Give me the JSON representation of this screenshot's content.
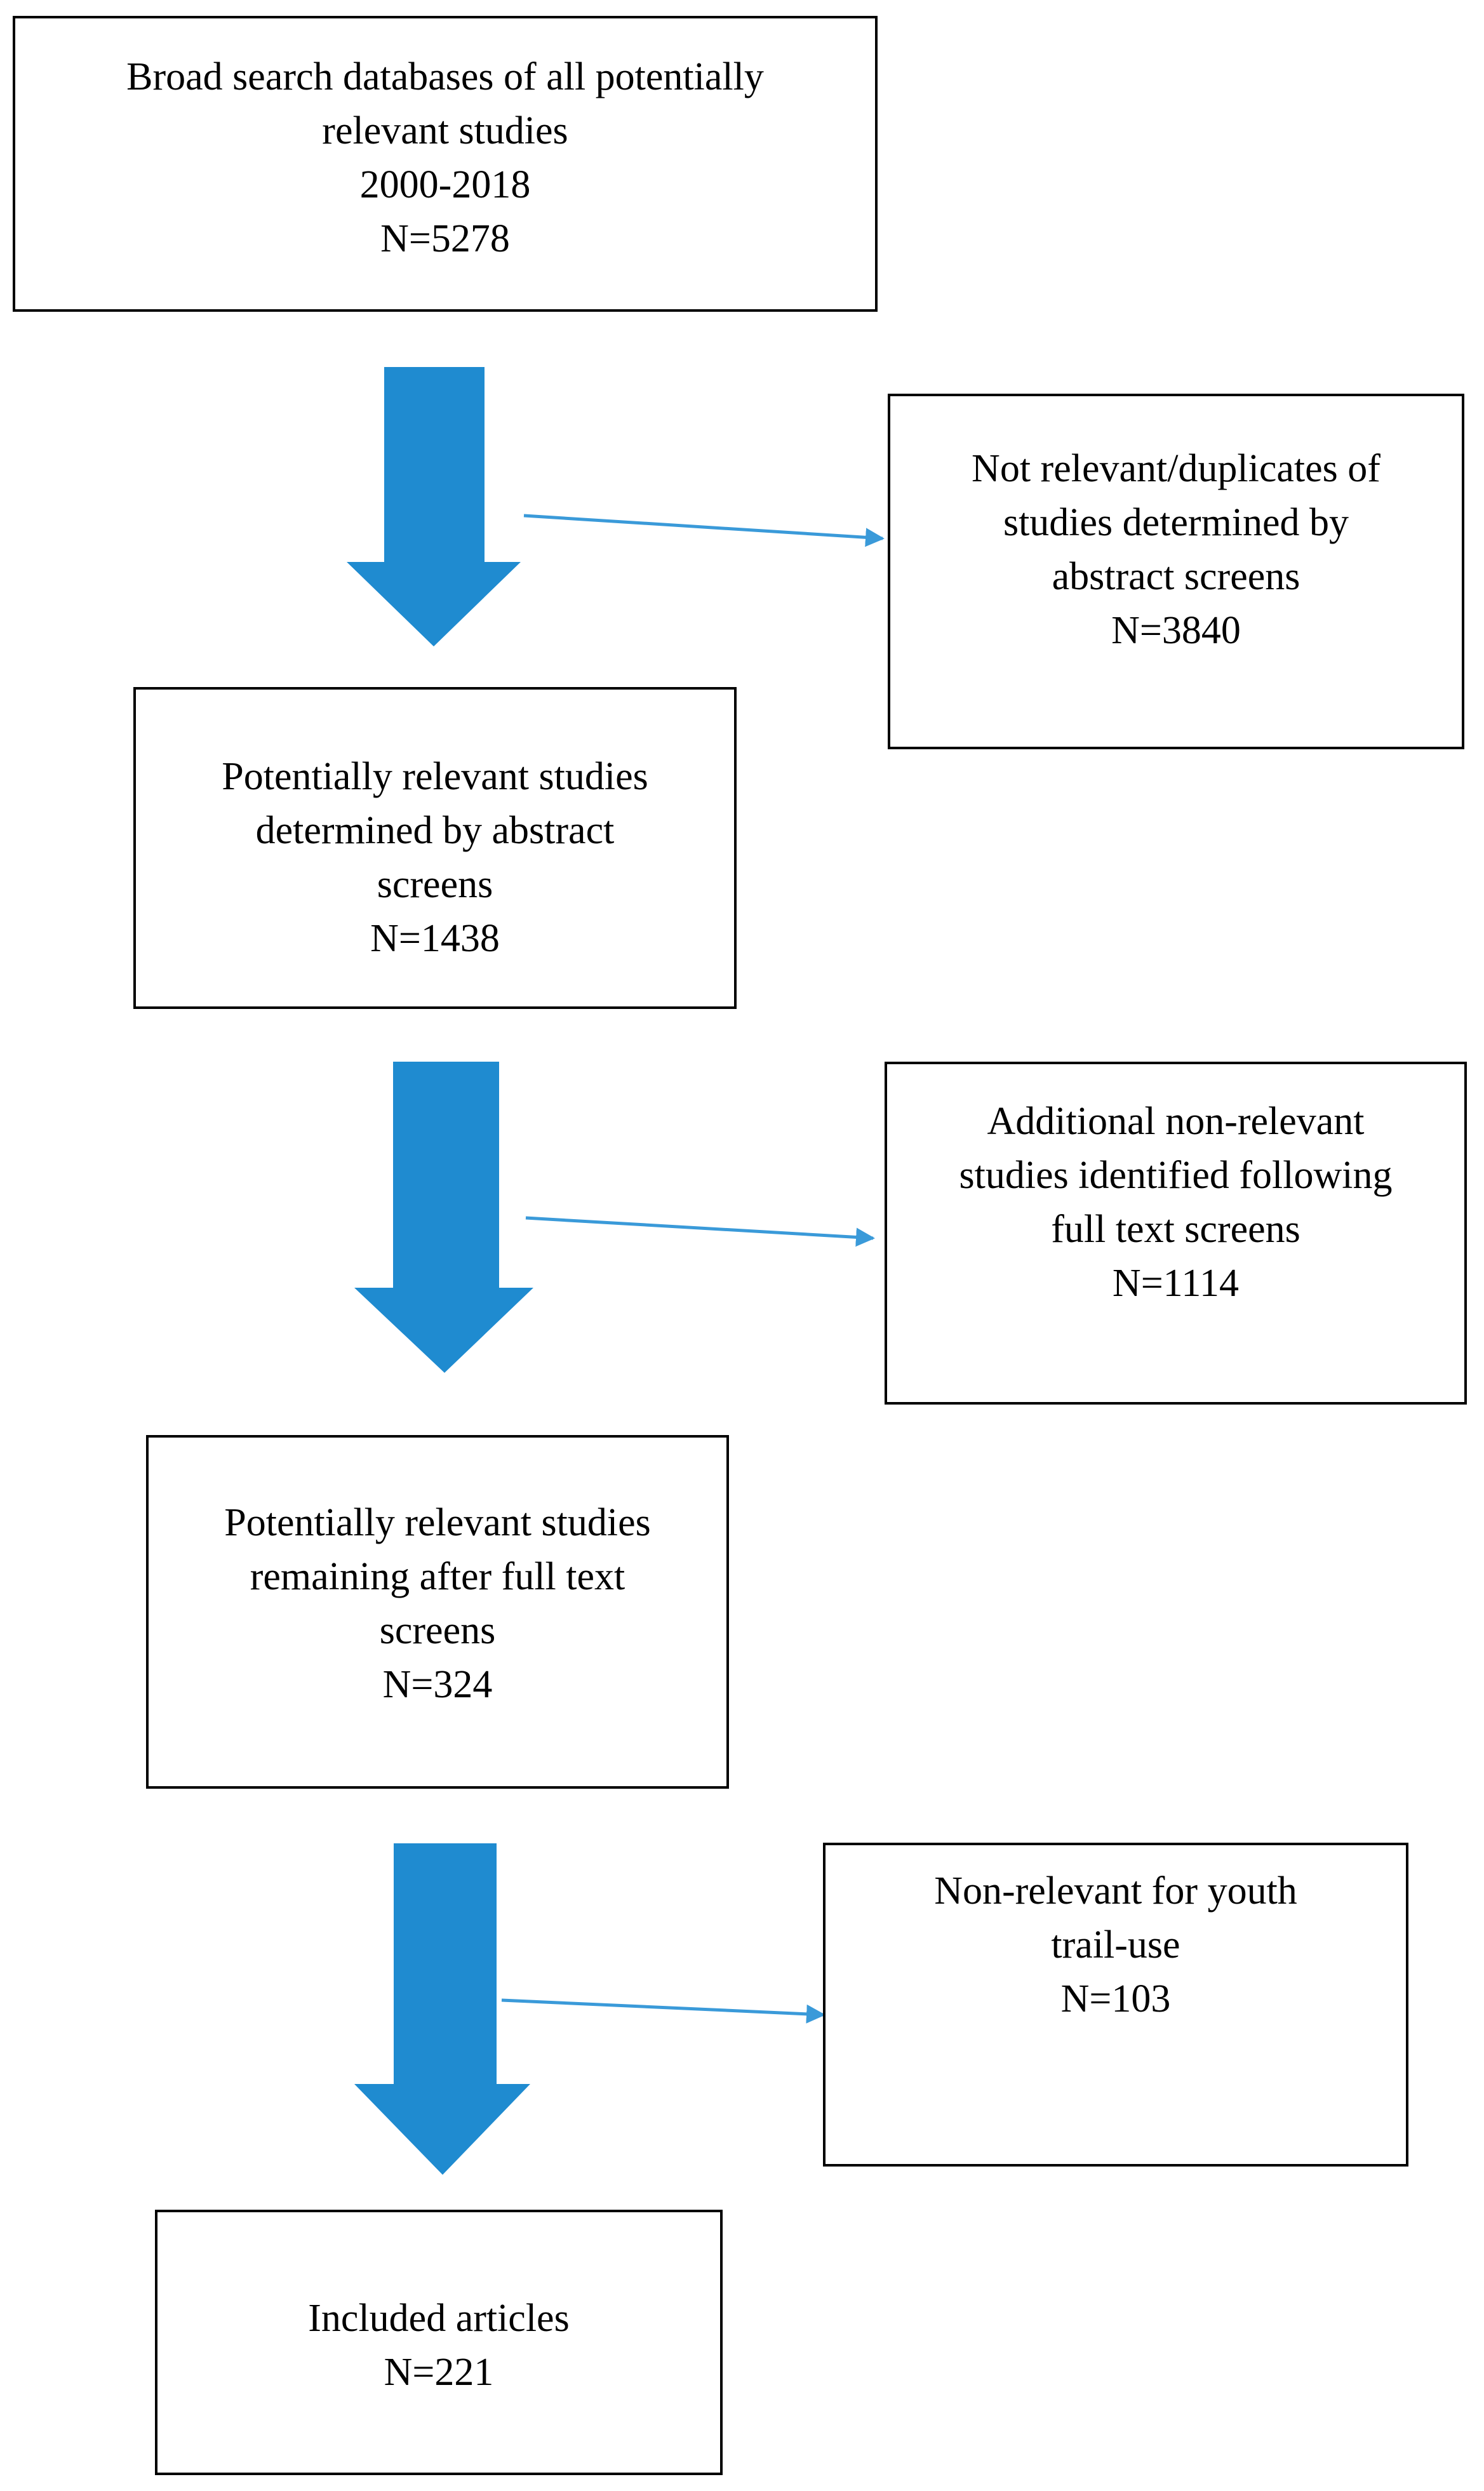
{
  "flow": {
    "search": {
      "lines": [
        "Broad search databases of all potentially",
        "relevant studies",
        "2000-2018",
        "N=5278"
      ]
    },
    "exclude_abstract": {
      "lines": [
        "Not relevant/duplicates of",
        "studies determined by",
        "abstract screens",
        "N=3840"
      ]
    },
    "after_abstract": {
      "lines": [
        "Potentially relevant studies",
        "determined by abstract",
        "screens",
        "N=1438"
      ]
    },
    "exclude_fulltext": {
      "lines": [
        "Additional non-relevant",
        "studies identified following",
        "full text screens",
        "N=1114"
      ]
    },
    "after_fulltext": {
      "lines": [
        "Potentially relevant studies",
        "remaining after full text",
        "screens",
        "N=324"
      ]
    },
    "exclude_youth": {
      "lines": [
        "Non-relevant for youth",
        "trail-use",
        "N=103"
      ]
    },
    "included": {
      "lines": [
        "Included articles",
        "N=221"
      ]
    }
  },
  "colors": {
    "flow_arrow": "#1F8BD0",
    "side_arrow": "#3A9AD9",
    "box_border": "#000000"
  }
}
